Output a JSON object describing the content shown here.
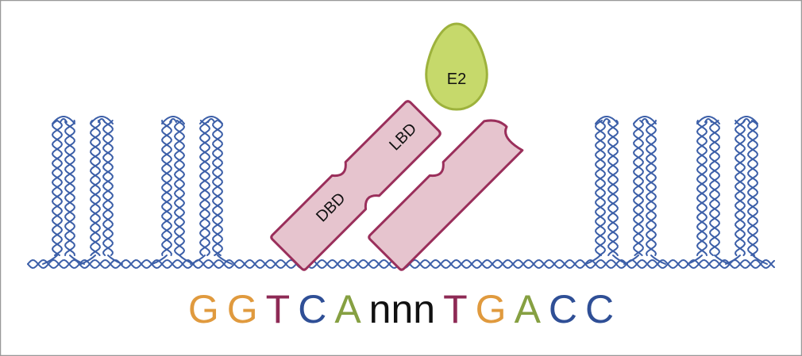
{
  "labels": {
    "ligand": "E2",
    "domain_upper": "LBD",
    "domain_lower": "DBD"
  },
  "sequence": [
    {
      "text": "G",
      "color": "#E09A3E"
    },
    {
      "text": "G",
      "color": "#E09A3E"
    },
    {
      "text": "T",
      "color": "#8E2A55"
    },
    {
      "text": "C",
      "color": "#2F4F96"
    },
    {
      "text": "A",
      "color": "#86A042"
    },
    {
      "text": "nnn",
      "color": "#111111"
    },
    {
      "text": "T",
      "color": "#8E2A55"
    },
    {
      "text": "G",
      "color": "#E09A3E"
    },
    {
      "text": "A",
      "color": "#86A042"
    },
    {
      "text": "C",
      "color": "#2F4F96"
    },
    {
      "text": "C",
      "color": "#2F4F96"
    }
  ],
  "colors": {
    "dna": "#3C5FA8",
    "receptor_fill": "#E6C4CE",
    "receptor_stroke": "#9A2F5B",
    "ligand_fill": "#C6D96B",
    "ligand_stroke": "#9DB23C",
    "frame": "#999999"
  }
}
